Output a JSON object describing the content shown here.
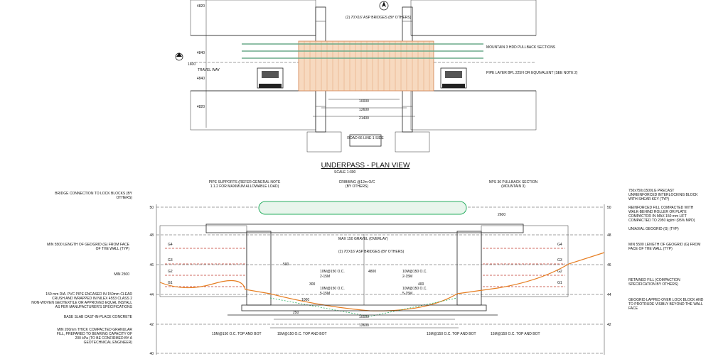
{
  "plan": {
    "title": "UNDERPASS - PLAN VIEW",
    "scale": "SCALE 1:300",
    "labels": {
      "asp_bridges": "(2) 70'X16' ASP BRIDGES (BY OTHERS)",
      "mountain3": "MOUNTAIN 3 HDD PULLBACK SECTIONS",
      "pipe_layer": "PIPE LAYER BPL 225H OR EQUIVALENT (SEE NOTE 2)",
      "travel_way": "TRAVEL WAY",
      "road": "ROAD 66 LINE-1 SIDE",
      "dim_1600": "1600"
    },
    "left_dims": [
      "4820",
      "4840",
      "4840",
      "4820"
    ],
    "bottom_dims": [
      "10000",
      "12600",
      "21400"
    ]
  },
  "section": {
    "left_notes": [
      "BRIDGE CONNECTION TO LOCK BLOCKS (BY OTHERS)",
      "MIN 5500 LENGTH OF GEOGRID (G) FROM FACE OF THE WALL (TYP)",
      "MIN 2500",
      "150 mm DIA. PVC PIPE ENCASED IN 150mm CLEAR CRUSH AND WRAPPED IN NILEX 4553 CLASS 2 NON-WOVEN GEOTEXTILE OR APPROVED EQUAL INSTALL AS PER MANUFACTURER'S SPECIFICATIONS",
      "BASE SLAB CAST-IN-PLACE CONCRETE",
      "MIN 200mm THICK COMPACTED GRANULAR FILL, PREPARED TO BEARING CAPACITY OF 200 kPa (TO BE CONFIRMED BY A GEOTECHNICAL ENGINEER)"
    ],
    "top_notes": {
      "pipe_supports": "PIPE SUPPORTS (REFER GENERAL NOTE 1.1.2 FOR MAXIMUM ALLOWABLE LOAD)",
      "cribbing": "CRIBBING @12m O/C (BY OTHERS)",
      "nps36": "NPS 36 PULLBACK SECTION (MOUNTAIN 3)"
    },
    "right_notes": [
      "750x750x1500LG PRECAST UNREINFORCED INTERLOCKING BLOCK WITH SHEAR KEY (TYP)",
      "REINFORCED FILL COMPACTED WITH WALK-BEHIND ROLLER OR PLATE COMPACTOR IN MAX 150 mm LIFT COMPACTED TO 2050 kg/m³ (95% MPD)",
      "UNIAXIAL GEOGRID (G) (TYP)",
      "MIN 5500 LENGTH OF GEOGRID (G) FROM FACE OF THE WALL (TYP)",
      "RETAINED FILL (COMPACTION SPECIFICATION BY OTHERS)",
      "GEOGRID LAPPED OVER LOCK BLOCK AND TO PROTRUDE VISIBLY BEYOND THE WALL FACE"
    ],
    "center_notes": {
      "gravel": "MAX 150 GRAVEL (OVERLAY)",
      "bridges": "(2) 70'X16' ASP BRIDGES (BY OTHERS)",
      "dim_2600": "2600",
      "dim_4800": "4800",
      "dim_500": "500",
      "dim_1000": "1000",
      "dim_250": "250",
      "dim_400": "400",
      "dim_300": "300",
      "rebar_a": "10M@150 O.C.",
      "rebar_b": "2-15M",
      "rebar_c": "5-15M",
      "bot": "15M@150 O.C. TOP AND BOT",
      "dim_10000": "10000",
      "dim_12600": "12600"
    },
    "geogrid": [
      "G4",
      "G3",
      "G2",
      "G1"
    ],
    "elevations": [
      "50",
      "48",
      "46",
      "44",
      "42",
      "40"
    ]
  }
}
